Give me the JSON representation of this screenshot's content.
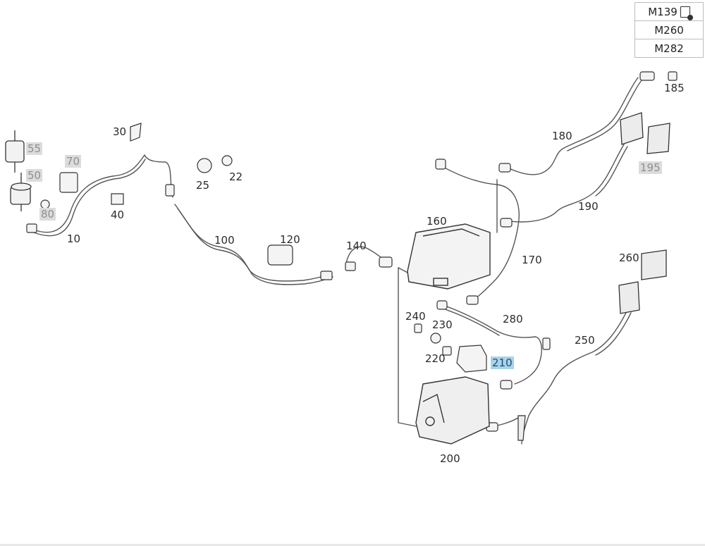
{
  "engines": [
    "M139",
    "M260",
    "M282"
  ],
  "parts": [
    {
      "id": "10",
      "text": "10",
      "state": "normal"
    },
    {
      "id": "22",
      "text": "22",
      "state": "normal"
    },
    {
      "id": "25",
      "text": "25",
      "state": "normal"
    },
    {
      "id": "30",
      "text": "30",
      "state": "normal"
    },
    {
      "id": "40",
      "text": "40",
      "state": "normal"
    },
    {
      "id": "50",
      "text": "50",
      "state": "dim"
    },
    {
      "id": "55",
      "text": "55",
      "state": "dim"
    },
    {
      "id": "70",
      "text": "70",
      "state": "dim"
    },
    {
      "id": "80",
      "text": "80",
      "state": "dim"
    },
    {
      "id": "100",
      "text": "100",
      "state": "normal"
    },
    {
      "id": "120",
      "text": "120",
      "state": "normal"
    },
    {
      "id": "140",
      "text": "140",
      "state": "normal"
    },
    {
      "id": "160",
      "text": "160",
      "state": "normal"
    },
    {
      "id": "170",
      "text": "170",
      "state": "normal"
    },
    {
      "id": "180",
      "text": "180",
      "state": "normal"
    },
    {
      "id": "185",
      "text": "185",
      "state": "normal"
    },
    {
      "id": "190",
      "text": "190",
      "state": "normal"
    },
    {
      "id": "195",
      "text": "195",
      "state": "dim"
    },
    {
      "id": "200",
      "text": "200",
      "state": "normal"
    },
    {
      "id": "210",
      "text": "210",
      "state": "highlighted"
    },
    {
      "id": "220",
      "text": "220",
      "state": "normal"
    },
    {
      "id": "230",
      "text": "230",
      "state": "normal"
    },
    {
      "id": "240",
      "text": "240",
      "state": "normal"
    },
    {
      "id": "250",
      "text": "250",
      "state": "normal"
    },
    {
      "id": "260",
      "text": "260",
      "state": "normal"
    },
    {
      "id": "280",
      "text": "280",
      "state": "normal"
    }
  ],
  "icons": {
    "engine_info": "document-plus-icon"
  },
  "colors": {
    "line": "#555555",
    "highlight": "#a9d3ea",
    "dim": "#dcdcdc"
  }
}
